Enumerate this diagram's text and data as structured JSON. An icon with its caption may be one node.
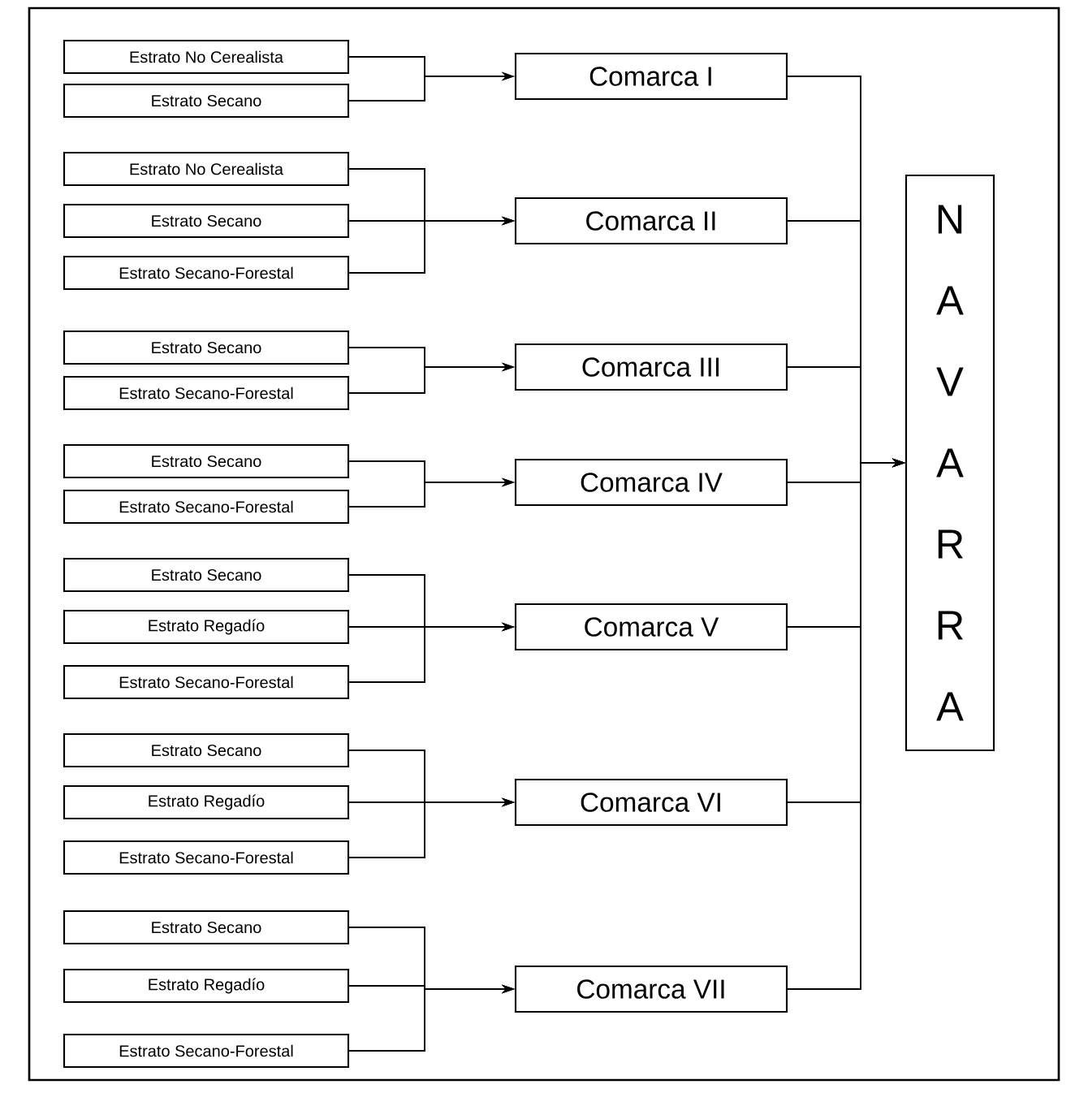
{
  "diagram": {
    "nodes": [
      {
        "text": [
          "Estrato No Cerealista"
        ]
      },
      {
        "text": [
          "Estrato Secano"
        ]
      },
      {
        "text": [
          "Comarca I"
        ]
      },
      {
        "text": [
          "Estrato No Cerealista"
        ]
      },
      {
        "text": [
          "Estrato Secano"
        ]
      },
      {
        "text": [
          "Estrato Secano-Forestal"
        ]
      },
      {
        "text": [
          "Comarca II"
        ]
      },
      {
        "text": [
          "Estrato Secano"
        ]
      },
      {
        "text": [
          "Estrato Secano-Forestal"
        ]
      },
      {
        "text": [
          "Comarca III"
        ]
      },
      {
        "text": [
          "Estrato Secano"
        ]
      },
      {
        "text": [
          "Estrato Secano-Forestal"
        ]
      },
      {
        "text": [
          "Comarca IV"
        ]
      },
      {
        "text": [
          "Estrato Secano"
        ]
      },
      {
        "text": [
          "Estrato Regadío"
        ]
      },
      {
        "text": [
          "Estrato Secano-Forestal"
        ]
      },
      {
        "text": [
          "Comarca V"
        ]
      },
      {
        "text": [
          "Estrato Secano"
        ]
      },
      {
        "text": [
          "Estrato Regadío"
        ]
      },
      {
        "text": [
          "Estrato Secano-Forestal"
        ]
      },
      {
        "text": [
          "Comarca VI"
        ]
      },
      {
        "text": [
          "Estrato Secano"
        ]
      },
      {
        "text": [
          "Estrato Regadío"
        ]
      },
      {
        "text": [
          "Estrato Secano-Forestal"
        ]
      },
      {
        "text": [
          "Comarca VII"
        ]
      },
      {
        "text": [
          "NAVARRA"
        ]
      }
    ],
    "edges": [
      {
        "from": 0,
        "to": 2,
        "arrow": "to"
      },
      {
        "from": 1,
        "to": 2,
        "arrow": "to"
      },
      {
        "from": 3,
        "to": 6,
        "arrow": "to"
      },
      {
        "from": 4,
        "to": 6,
        "arrow": "to"
      },
      {
        "from": 5,
        "to": 6,
        "arrow": "to"
      },
      {
        "from": 7,
        "to": 9,
        "arrow": "to"
      },
      {
        "from": 8,
        "to": 9,
        "arrow": "to"
      },
      {
        "from": 10,
        "to": 12,
        "arrow": "to"
      },
      {
        "from": 11,
        "to": 12,
        "arrow": "to"
      },
      {
        "from": 13,
        "to": 16,
        "arrow": "to"
      },
      {
        "from": 14,
        "to": 16,
        "arrow": "to"
      },
      {
        "from": 15,
        "to": 16,
        "arrow": "to"
      },
      {
        "from": 17,
        "to": 20,
        "arrow": "to"
      },
      {
        "from": 18,
        "to": 20,
        "arrow": "to"
      },
      {
        "from": 19,
        "to": 20,
        "arrow": "to"
      },
      {
        "from": 21,
        "to": 24,
        "arrow": "to"
      },
      {
        "from": 22,
        "to": 24,
        "arrow": "to"
      },
      {
        "from": 23,
        "to": 24,
        "arrow": "to"
      },
      {
        "from": 2,
        "to": 25,
        "arrow": "to"
      },
      {
        "from": 6,
        "to": 25,
        "arrow": "to"
      },
      {
        "from": 9,
        "to": 25,
        "arrow": "to"
      },
      {
        "from": 12,
        "to": 25,
        "arrow": "to"
      },
      {
        "from": 16,
        "to": 25,
        "arrow": "to"
      },
      {
        "from": 20,
        "to": 25,
        "arrow": "to"
      },
      {
        "from": 24,
        "to": 25,
        "arrow": "to"
      }
    ]
  }
}
